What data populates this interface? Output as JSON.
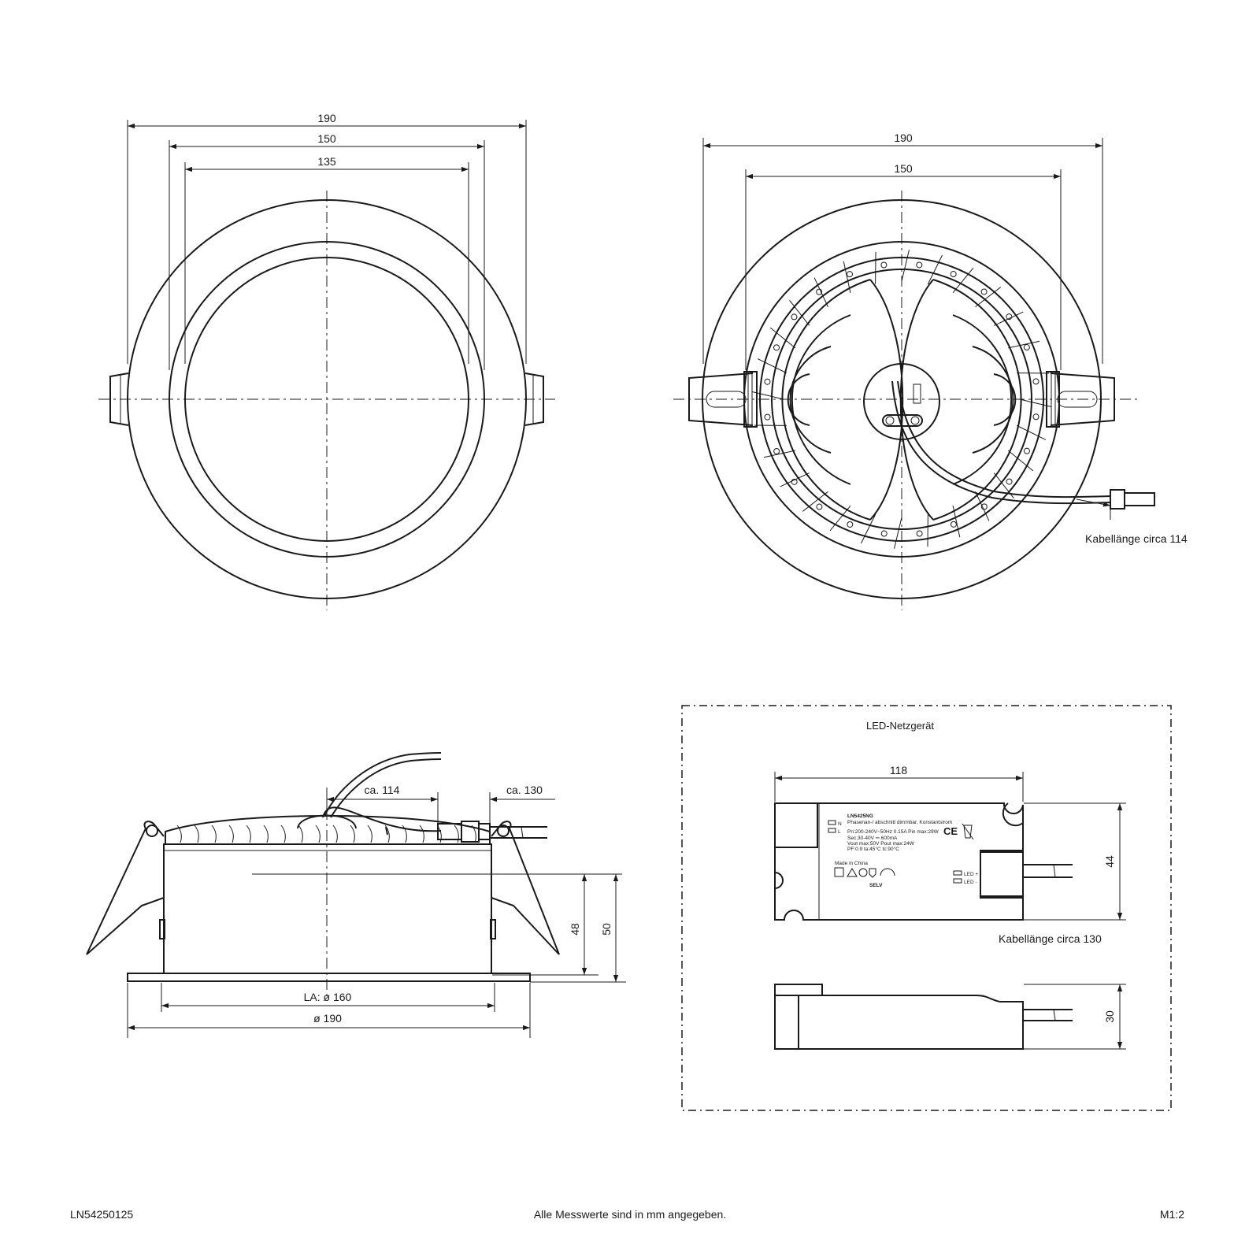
{
  "views": {
    "front": {
      "dim_outer": "190",
      "dim_mid": "150",
      "dim_inner": "135"
    },
    "back": {
      "dim_outer": "190",
      "dim_mid": "150",
      "cable_note": "Kabellänge circa 114"
    },
    "side": {
      "dim_cable": "ca. 114",
      "dim_plug": "ca. 130",
      "dim_height_48": "48",
      "dim_height_50": "50",
      "dim_cutout": "LA: ø 160",
      "dim_diameter": "ø 190"
    },
    "driver": {
      "title": "LED-Netzgerät",
      "dim_length": "118",
      "dim_width": "44",
      "dim_height": "30",
      "cable_note": "Kabellänge circa 130",
      "label": {
        "model": "LN5425NG",
        "line1": "Phasenan-/ abschnitt dimmbar, Konstantstrom",
        "line2": "Pri:200-240V~50Hz  0.15A  Pin max:29W",
        "line3": "Sec:30-40V ⎓ 600mA",
        "line4": "Vout max:50V    Pout max:24W",
        "line5": "PF:0.9  ta:45°C  tc:90°C",
        "made_in": "Made in China",
        "selv": "SELV",
        "term_n": "N",
        "term_l": "L",
        "led_plus": "LED +",
        "led_minus": "LED -",
        "ce": "CE"
      }
    }
  },
  "footer": {
    "article": "LN54250125",
    "note": "Alle Messwerte sind in mm angegeben.",
    "scale": "M1:2"
  }
}
